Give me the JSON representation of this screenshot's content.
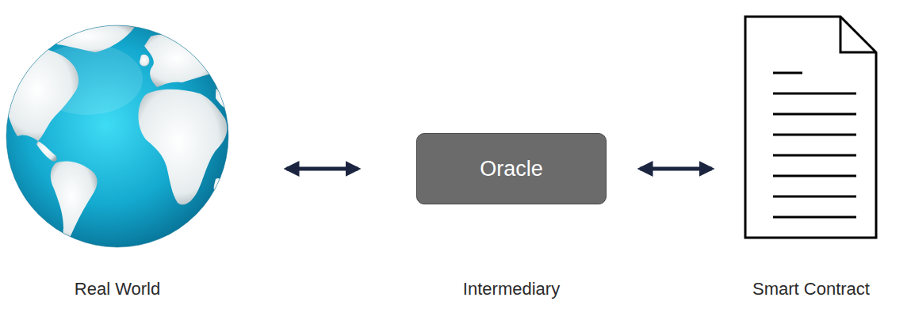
{
  "diagram": {
    "nodes": [
      {
        "text": [
          "Real World"
        ]
      },
      {
        "text": [
          "Oracle",
          "Intermediary"
        ]
      },
      {
        "text": [
          "Smart Contract"
        ]
      }
    ],
    "edges": [
      {
        "from": 0,
        "to": 1,
        "arrow": "both"
      },
      {
        "from": 1,
        "to": 2,
        "arrow": "both"
      }
    ]
  }
}
